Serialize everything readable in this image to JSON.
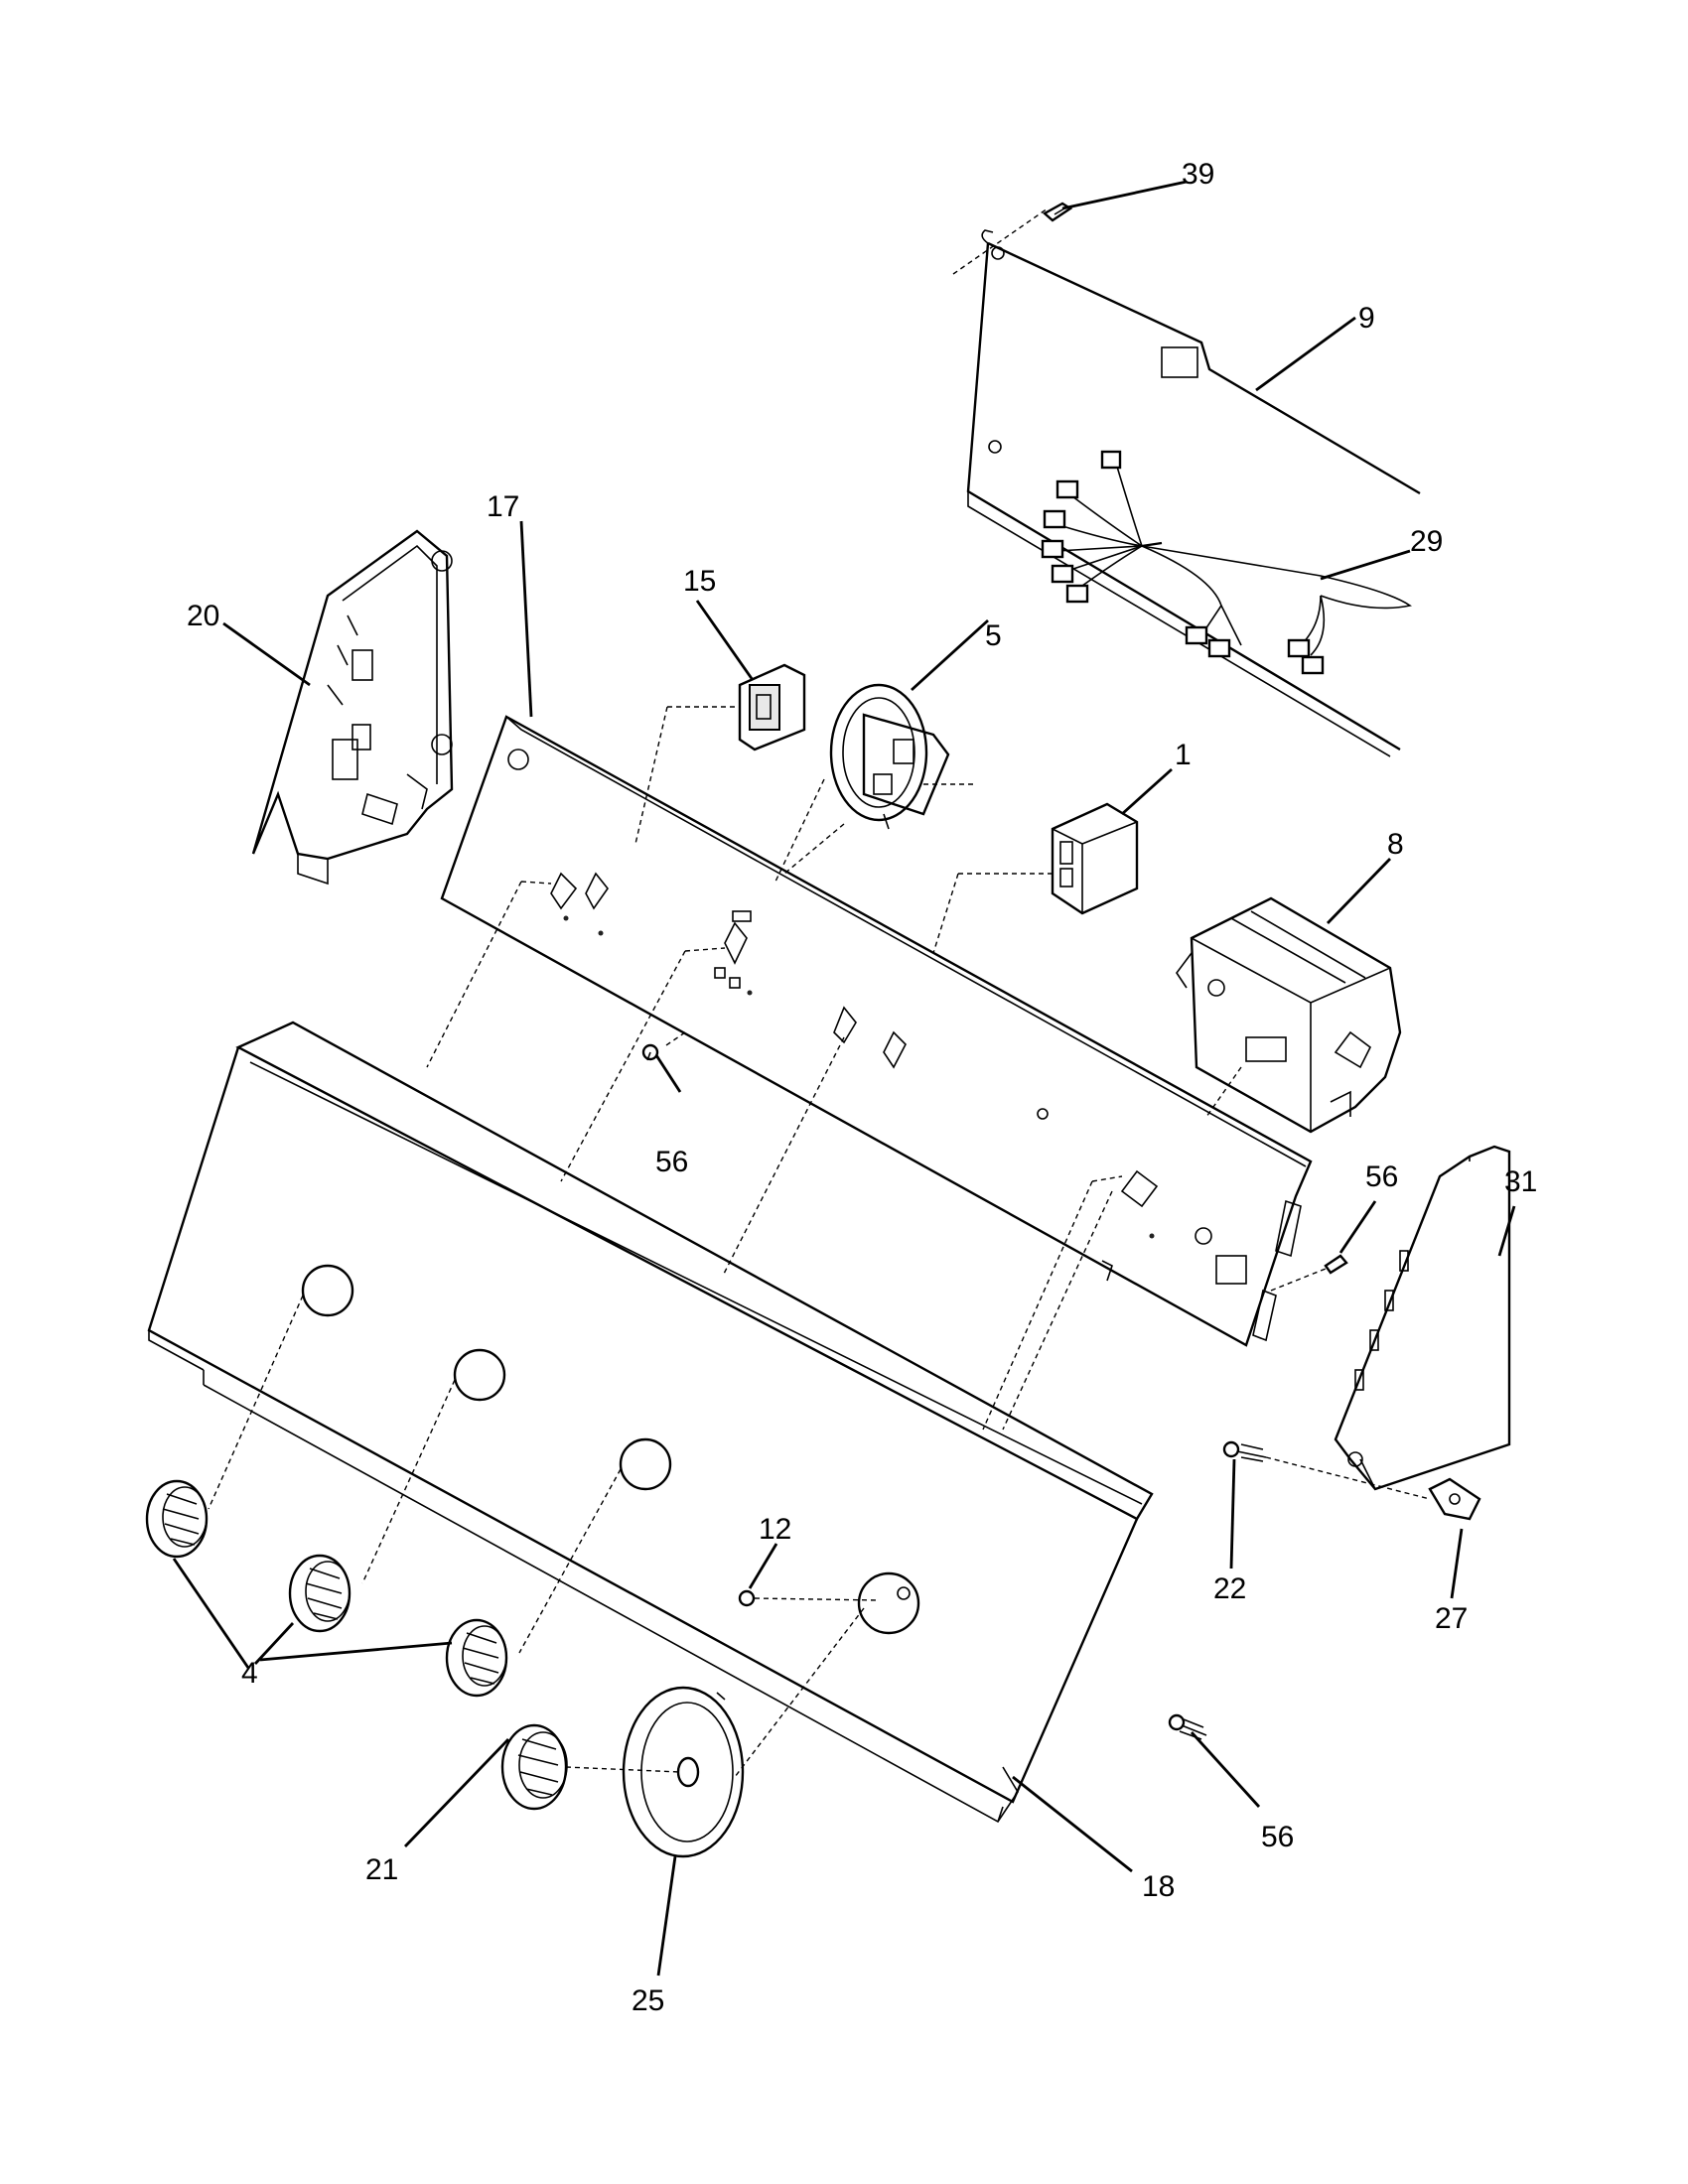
{
  "callouts": {
    "c39": "39",
    "c9": "9",
    "c29": "29",
    "c20": "20",
    "c17": "17",
    "c15": "15",
    "c5": "5",
    "c1": "1",
    "c8": "8",
    "c56a": "56",
    "c56b": "56",
    "c56c": "56",
    "c31": "31",
    "c22": "22",
    "c27": "27",
    "c12": "12",
    "c4": "4",
    "c21": "21",
    "c25": "25",
    "c18": "18"
  }
}
